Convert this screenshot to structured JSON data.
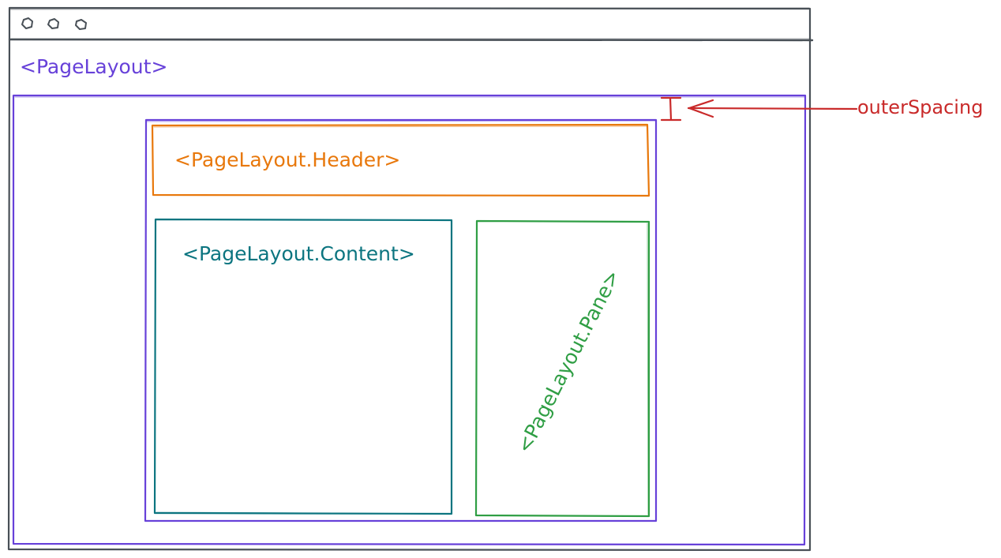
{
  "labels": {
    "page_layout": "<PageLayout>",
    "header": "<PageLayout.Header>",
    "content": "<PageLayout.Content>",
    "pane": "<PageLayout.Pane>",
    "outer_spacing": "outerSpacing"
  },
  "window": {
    "controls": [
      "window-dot",
      "window-dot",
      "window-dot"
    ]
  },
  "colors": {
    "window_frame": "#495057",
    "page_layout": "#6741d9",
    "header": "#e8780c",
    "content": "#0c7580",
    "pane": "#2f9e44",
    "annotation": "#c92a2a"
  }
}
